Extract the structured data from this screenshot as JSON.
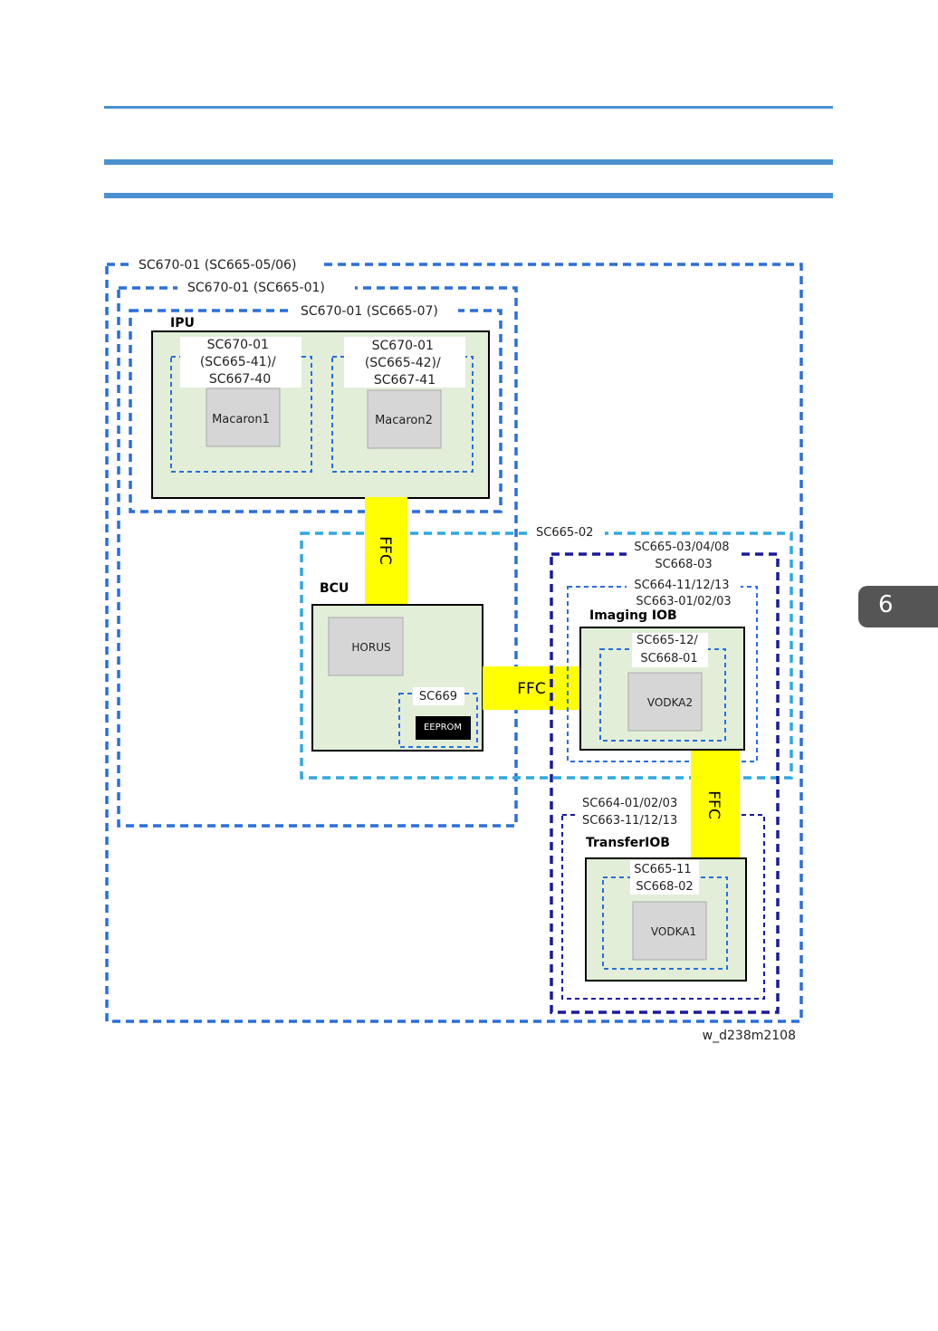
{
  "chapter": {
    "number": "6"
  },
  "diagram": {
    "outer_label": "SC670-01 (SC665-05/06)",
    "bcu_ipu_label": "SC670-01 (SC665-01)",
    "ipu_group_label": "SC670-01 (SC665-07)",
    "ipu": {
      "title": "IPU",
      "macaron1_label": [
        "SC670-01",
        "(SC665-41)/",
        "SC667-40"
      ],
      "macaron2_label": [
        "SC670-01",
        "(SC665-42)/",
        "SC667-41"
      ],
      "macaron1": "Macaron1",
      "macaron2": "Macaron2"
    },
    "ffc_vertical_top": "FFC",
    "bcu_zone_label": "SC665-02",
    "bcu": {
      "title": "BCU",
      "horus": "HORUS",
      "eeprom_label": "SC669",
      "eeprom": "EEPROM"
    },
    "ffc_horizontal": "FFC",
    "iob_zone_label": [
      "SC665-03/04/08",
      "SC668-03"
    ],
    "imaging_zone_label": [
      "SC664-11/12/13",
      "SC663-01/02/03"
    ],
    "imaging_iob": {
      "title": "Imaging IOB",
      "vodka2_label": [
        "SC665-12/",
        "SC668-01"
      ],
      "vodka2": "VODKA2"
    },
    "ffc_vertical_bottom": "FFC",
    "transfer_zone_label": [
      "SC664-01/02/03",
      "SC663-11/12/13"
    ],
    "transfer_iob": {
      "title": "TransferIOB",
      "vodka1_label": [
        "SC665-11",
        "SC668-02"
      ],
      "vodka1": "VODKA1"
    },
    "figure_id": "w_d238m2108",
    "colors": {
      "blue_dash": "#2a6fdb",
      "cyan_dash": "#30a8e0",
      "navy_dash": "#1a1aa0",
      "board_fill": "#e2eed8",
      "chip_fill": "#d6d6d6",
      "ffc_fill": "#ffff00"
    }
  }
}
